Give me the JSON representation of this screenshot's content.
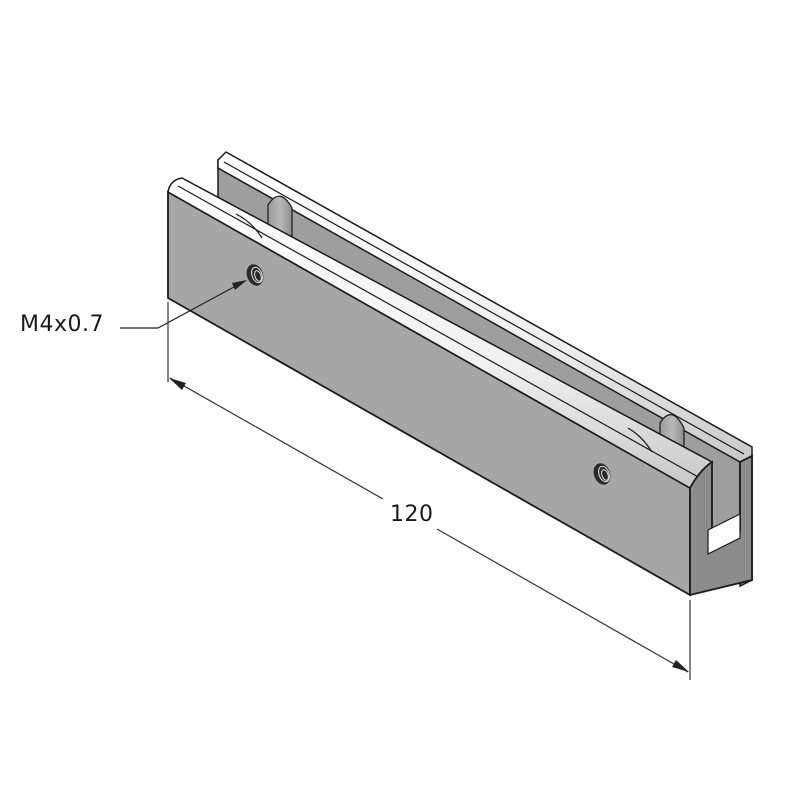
{
  "drawing": {
    "view": "isometric",
    "part": "U-channel bracket",
    "colors": {
      "face": "#a6a6a6",
      "face_dark": "#8c8c8c",
      "face_end": "#9a9a9a",
      "highlight": "#f2f2f2",
      "edge": "#1a1a1a",
      "dimension": "#333333"
    }
  },
  "annotations": {
    "thread_callout": "M4x0.7",
    "length_dimension": "120"
  }
}
